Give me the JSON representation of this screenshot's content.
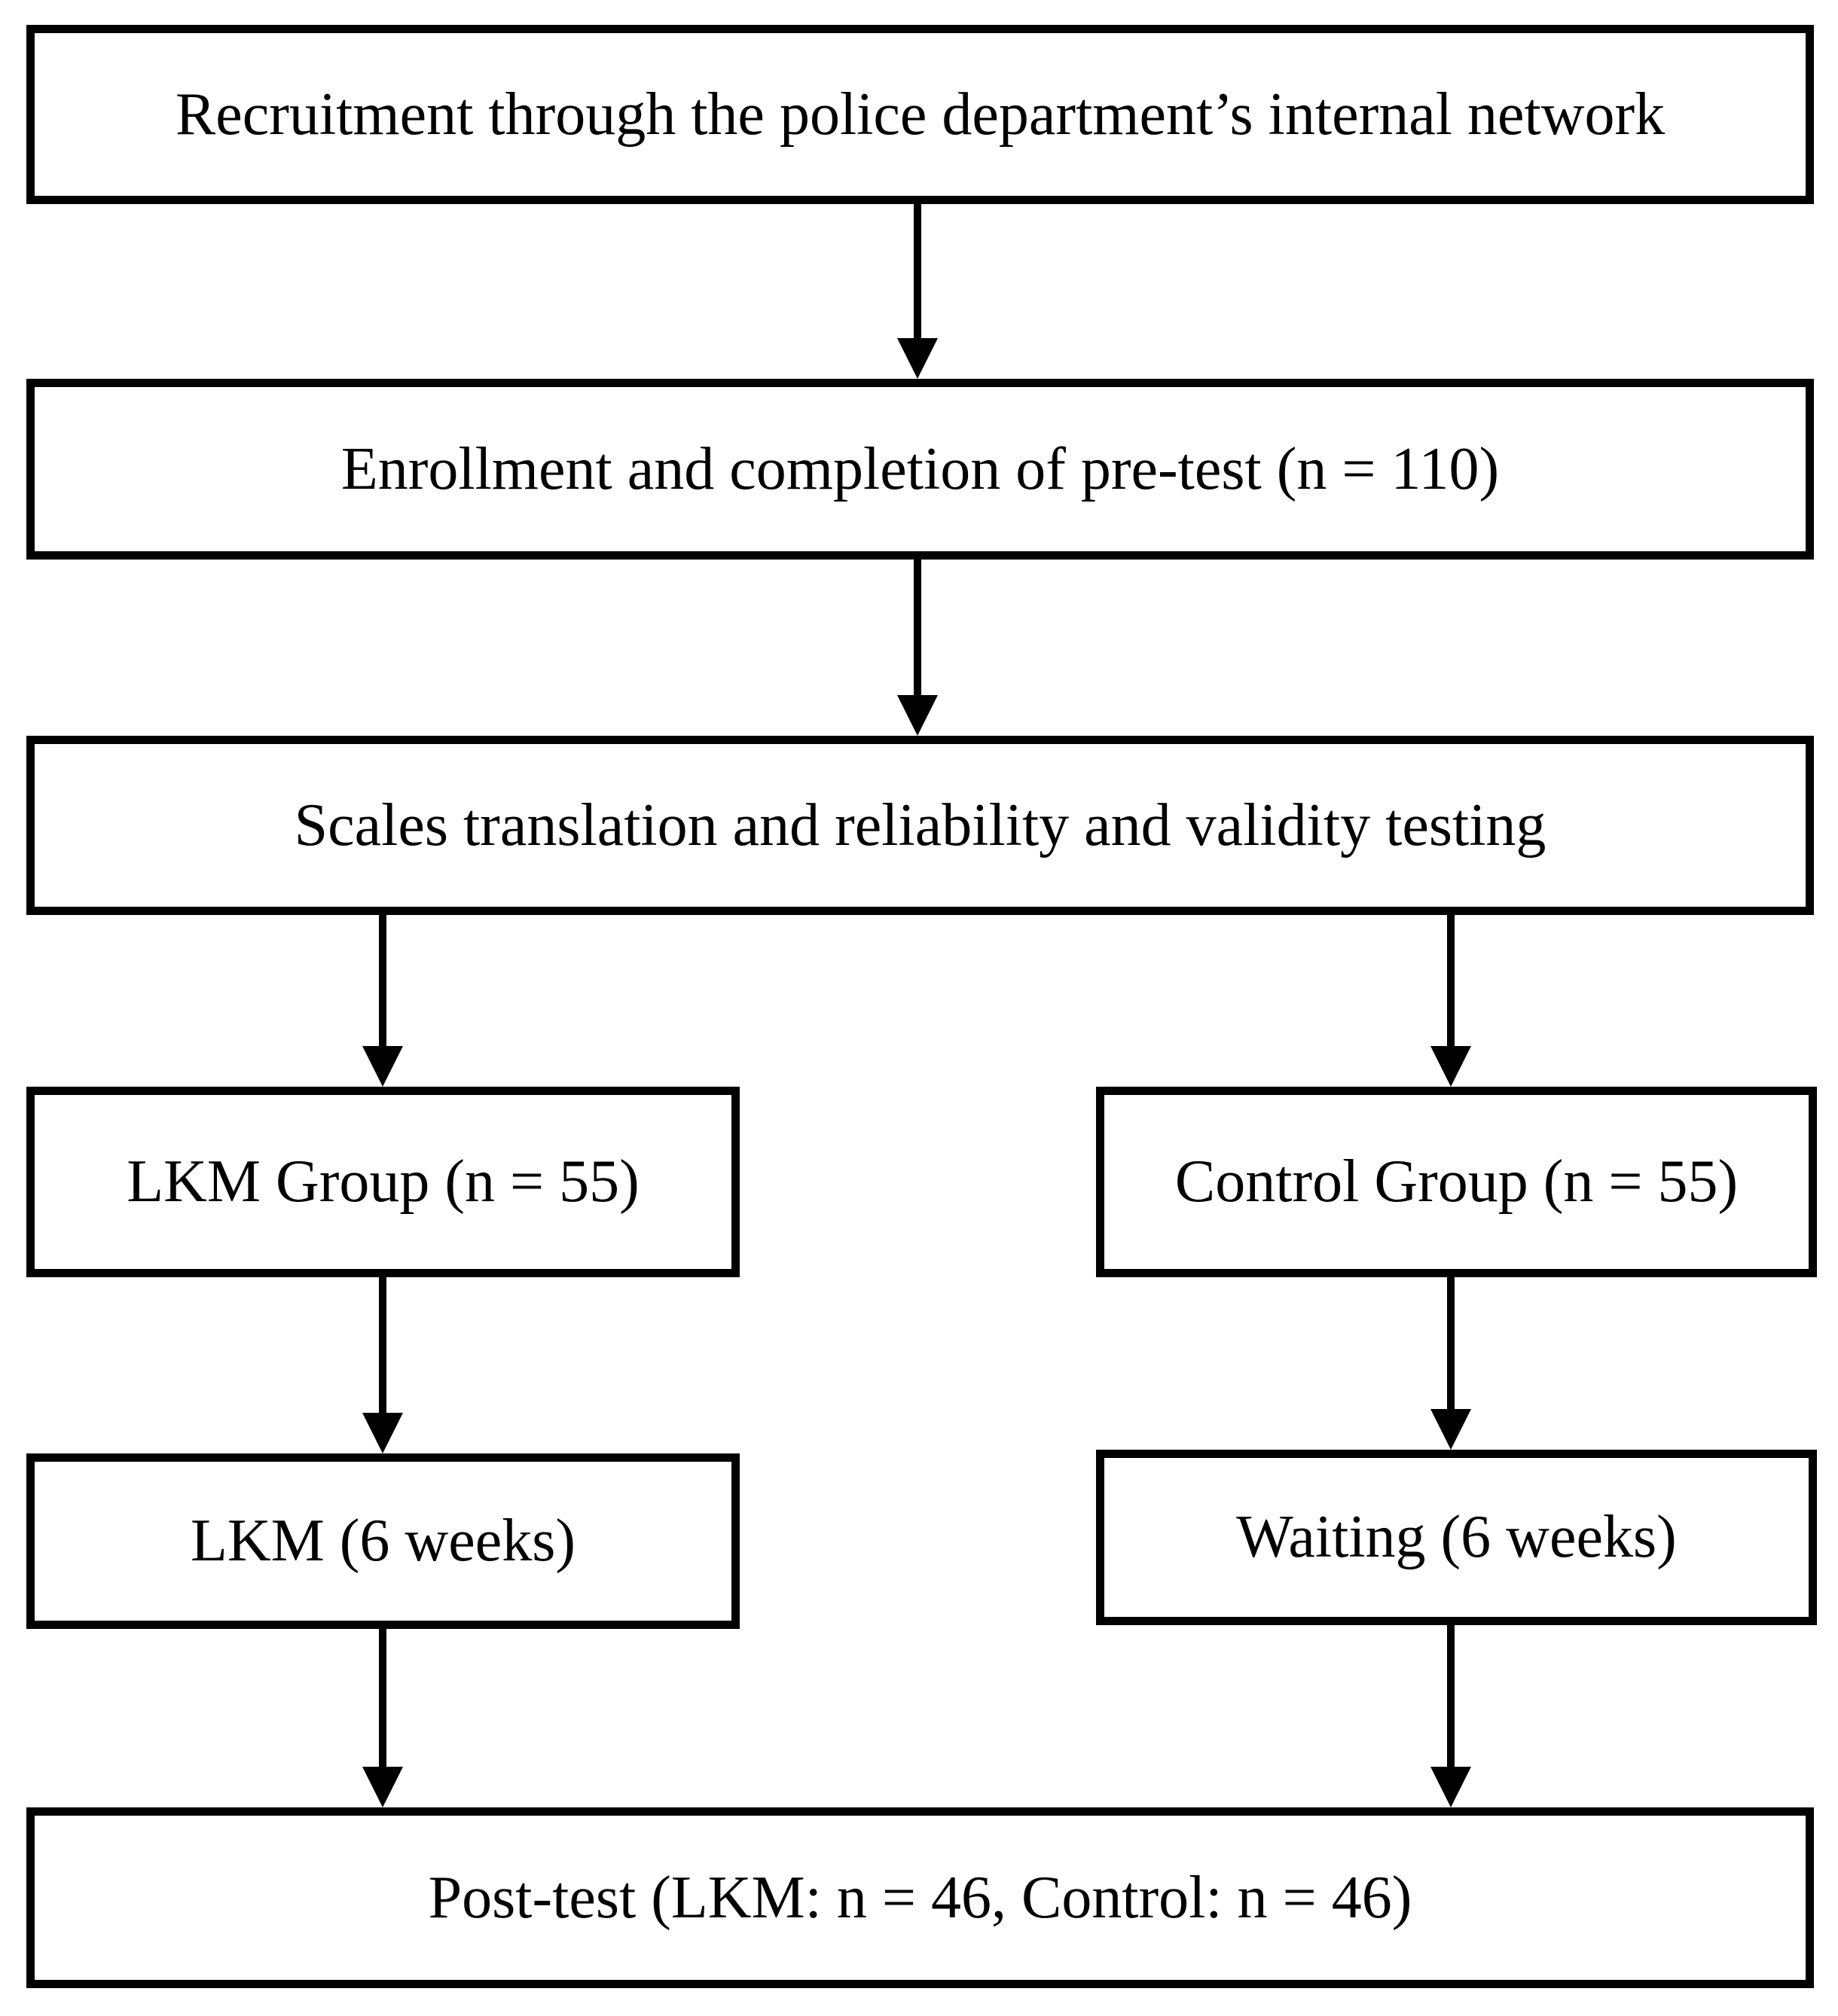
{
  "nodes": {
    "recruitment": {
      "label": "Recruitment through the police department’s internal network"
    },
    "enrollment": {
      "label": "Enrollment and completion of pre-test (n = 110)"
    },
    "scales": {
      "label": "Scales translation and reliability and validity testing"
    },
    "lkm_group": {
      "label": "LKM Group (n = 55)"
    },
    "control_group": {
      "label": "Control Group (n = 55)"
    },
    "lkm": {
      "label": "LKM (6 weeks)"
    },
    "waiting": {
      "label": "Waiting (6 weeks)"
    },
    "post_test": {
      "label": "Post-test (LKM: n = 46, Control: n = 46)"
    }
  },
  "colors": {
    "bg": "#ffffff",
    "ink": "#000000"
  }
}
